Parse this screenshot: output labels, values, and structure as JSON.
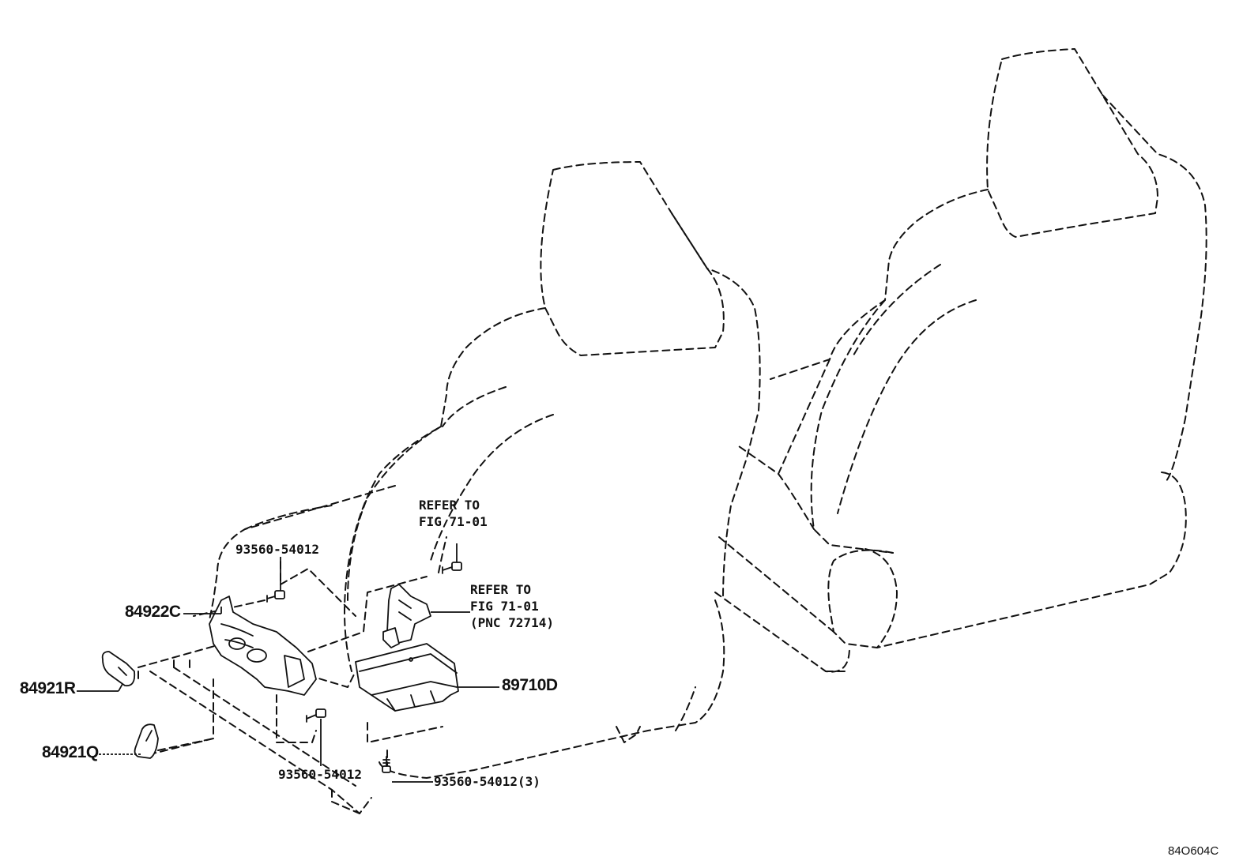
{
  "diagram_code": "84O604C",
  "labels": {
    "p84922c": "84922C",
    "p84921r": "84921R",
    "p84921q": "84921Q",
    "p89710d": "89710D",
    "bolt_top": "93560-54012",
    "bolt_bottom": "93560-54012",
    "bolt_right": "93560-54012(3)",
    "ref1_line1": "REFER TO",
    "ref1_line2": "FIG 71-01",
    "ref2_line1": "REFER TO",
    "ref2_line2": "FIG 71-01",
    "ref2_line3": "(PNC 72714)"
  }
}
